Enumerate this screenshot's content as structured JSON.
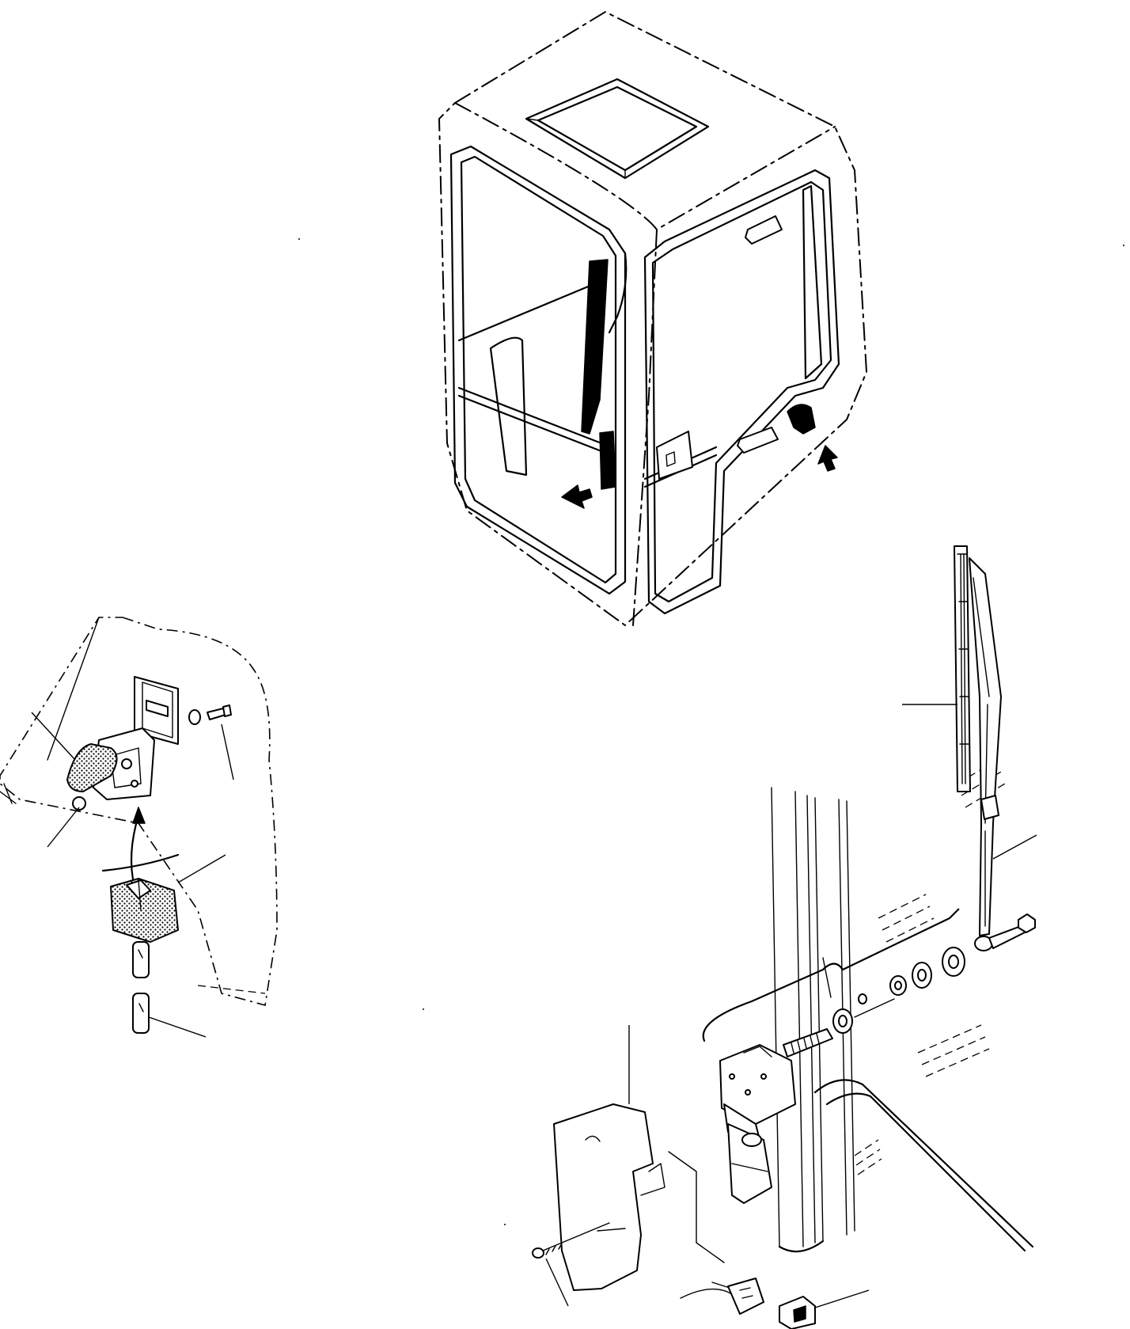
{
  "figure": {
    "views": [
      "cab-overview",
      "door-latch-detail",
      "wiper-assembly-detail"
    ],
    "callout_arrows": 2,
    "leader_lines": 10
  },
  "icons": {
    "arrow": "callout-arrow-icon"
  }
}
